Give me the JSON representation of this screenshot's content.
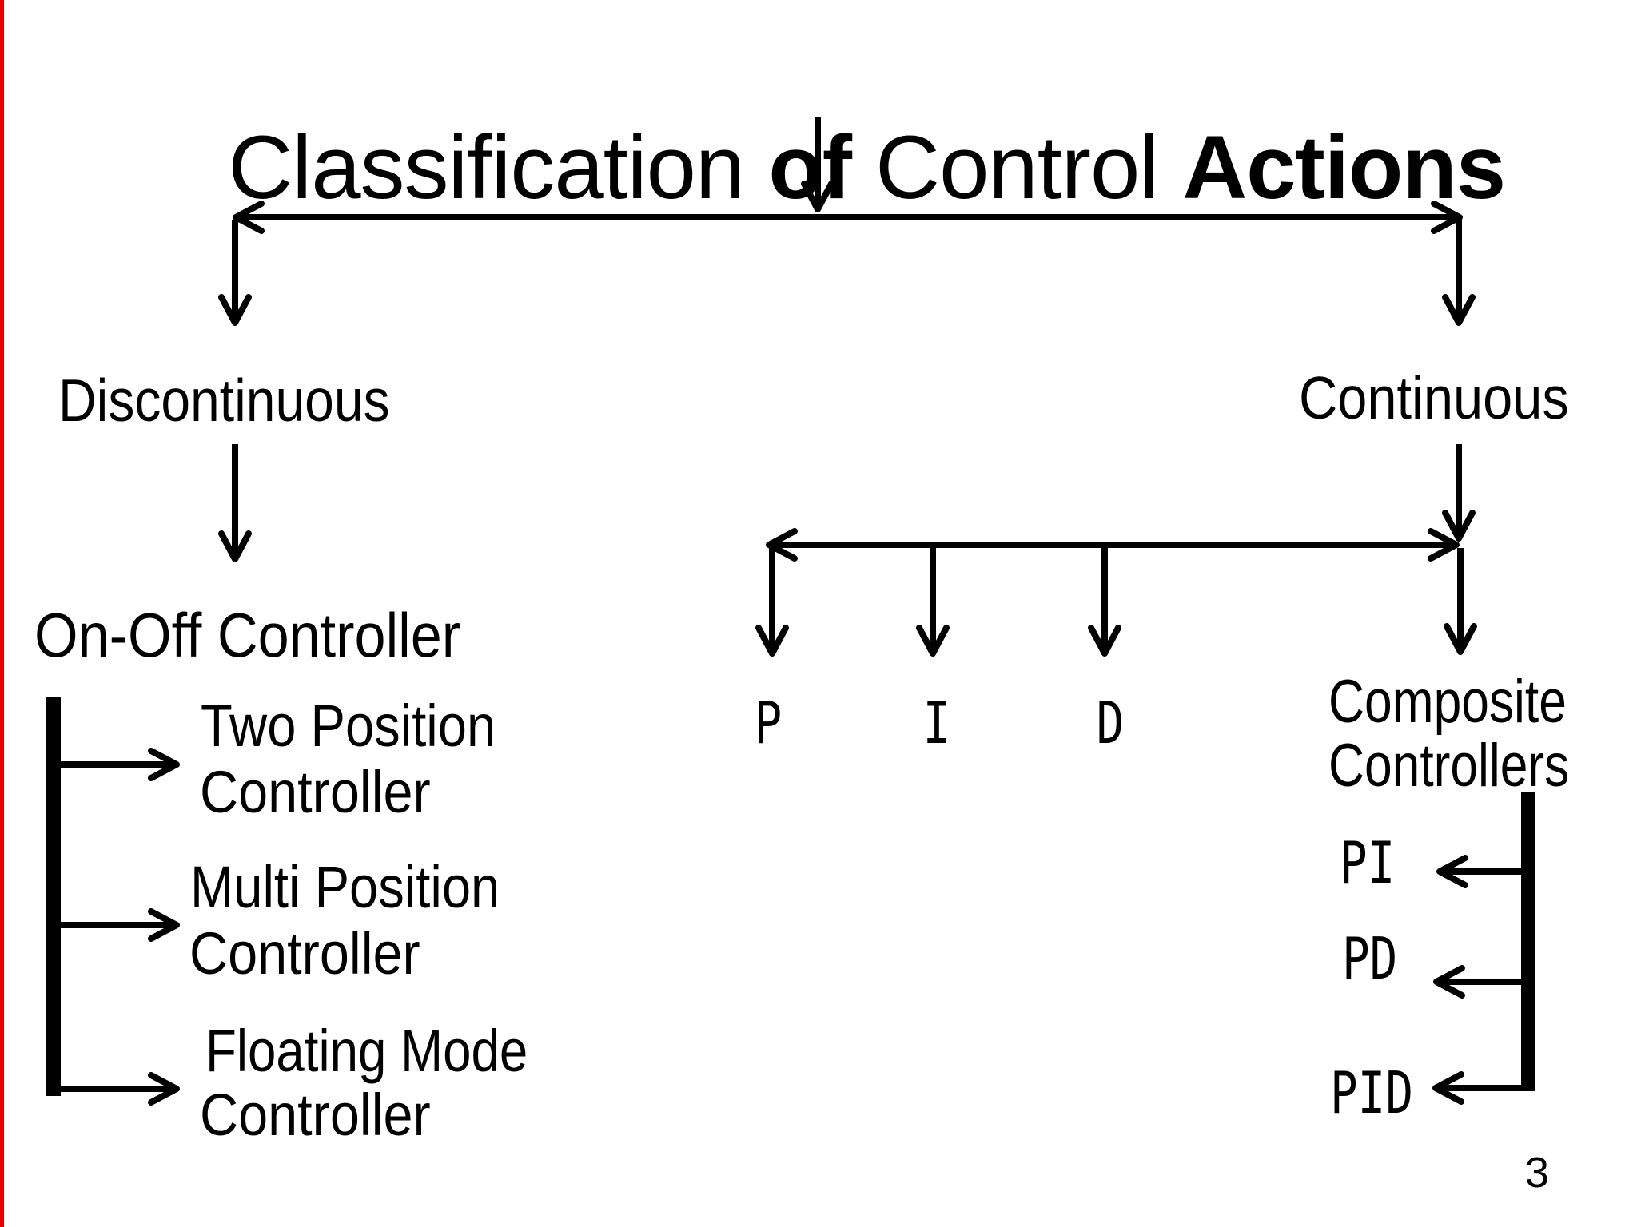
{
  "page": {
    "number": "3"
  },
  "colors": {
    "ink": "#000000",
    "background": "#ffffff",
    "edge_stripe": "#e60000"
  },
  "title": {
    "part1": "Classification ",
    "part2": "of",
    "part3": " Control ",
    "part4": "Actions"
  },
  "tree": {
    "discontinuous": {
      "label": "Discontinuous",
      "child": "On-Off Controller",
      "types": [
        {
          "line1": "Two Position",
          "line2": "Controller"
        },
        {
          "line1": "Multi Position",
          "line2": "Controller"
        },
        {
          "line1": "Floating Mode",
          "line2": "Controller"
        }
      ]
    },
    "continuous": {
      "label": "Continuous",
      "basic": [
        "P",
        "I",
        "D"
      ],
      "composite": {
        "line1": "Composite",
        "line2": "Controllers",
        "types": [
          "PI",
          "PD",
          "PID"
        ]
      }
    }
  }
}
